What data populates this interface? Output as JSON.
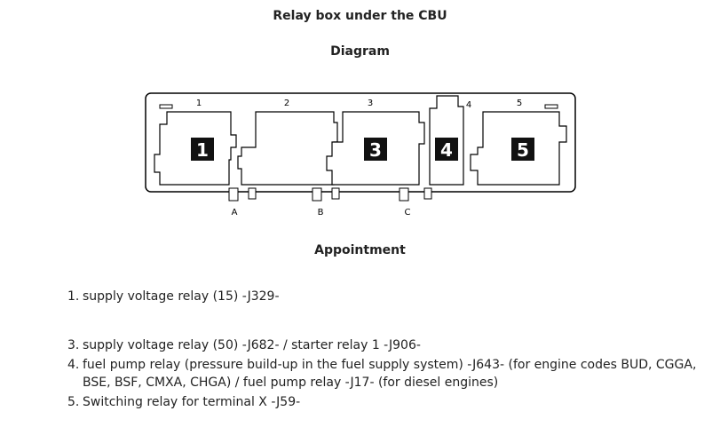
{
  "heading": "Relay box under the CBU",
  "diagram_heading": "Diagram",
  "appointment_heading": "Appointment",
  "diagram": {
    "top_labels": [
      "1",
      "2",
      "3",
      "4",
      "5"
    ],
    "relay_badges": [
      "1",
      "3",
      "4",
      "5"
    ],
    "connector_labels": [
      "A",
      "B",
      "C"
    ]
  },
  "items": [
    {
      "num": "1.",
      "text": "supply voltage relay (15) -J329-"
    },
    {
      "num": "3.",
      "text": "supply voltage relay (50) -J682- / starter relay 1 -J906-"
    },
    {
      "num": "4.",
      "text": "fuel pump relay (pressure build-up in the fuel supply system) -J643- (for engine codes BUD, CGGA, BSE, BSF, CMXA, CHGA) / fuel pump relay -J17- (for diesel engines)"
    },
    {
      "num": "5.",
      "text": "Switching relay for terminal X -J59-"
    }
  ]
}
